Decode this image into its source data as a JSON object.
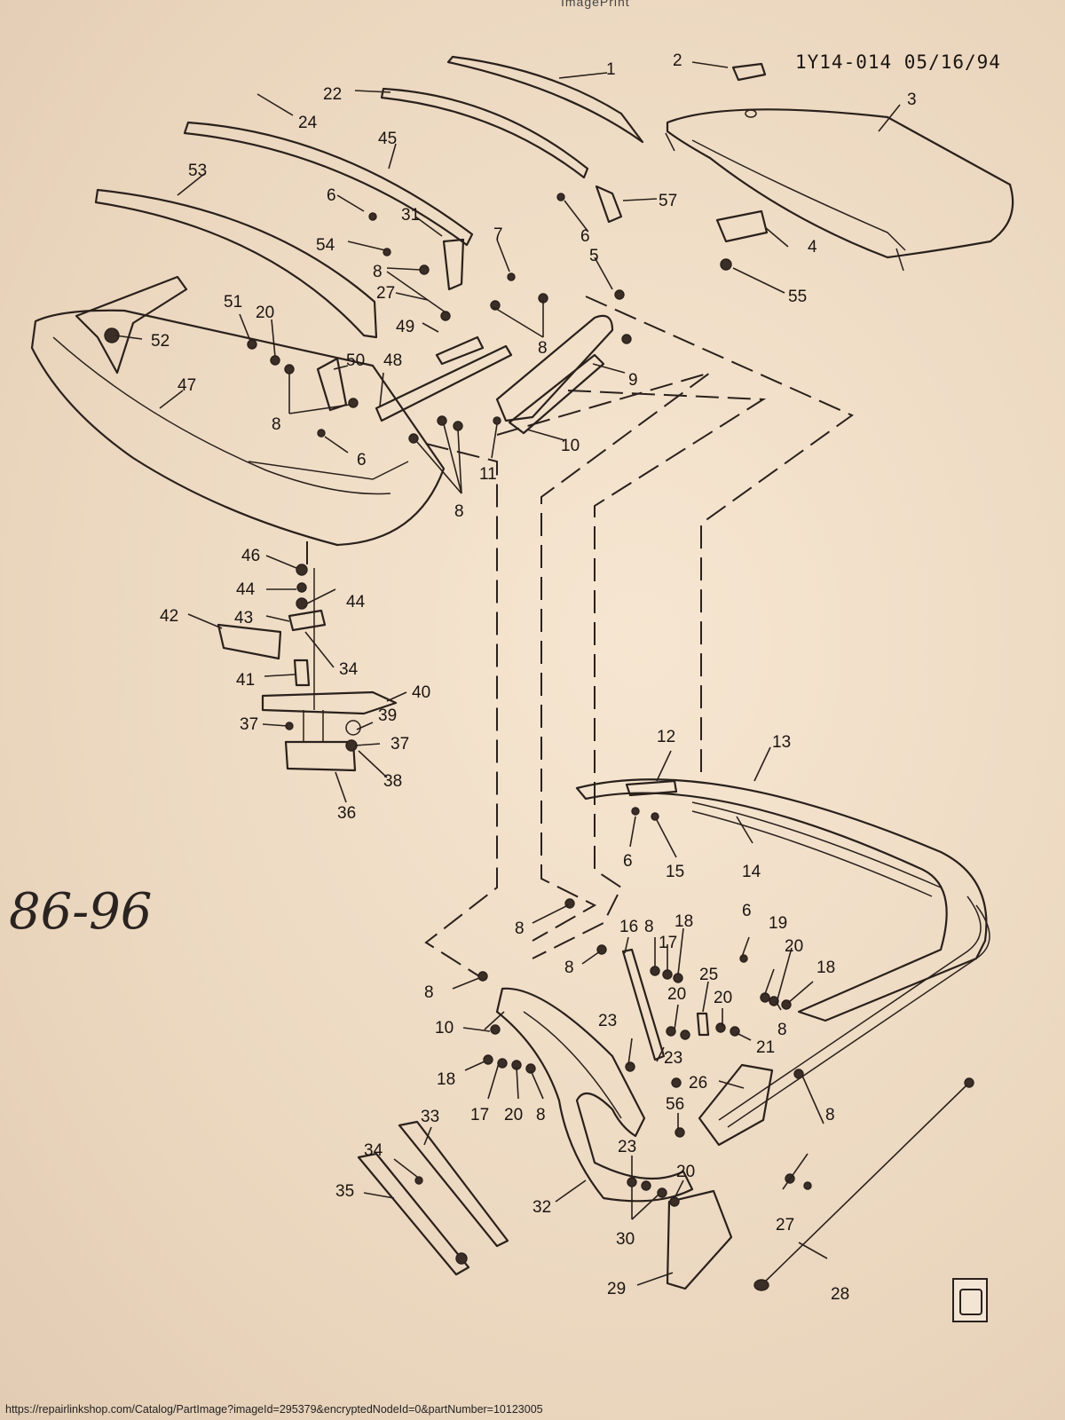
{
  "header": {
    "top_text": "ImagePrint",
    "diagram_id": "1Y14-014 05/16/94"
  },
  "handwritten_note": "86-96",
  "footer_url": "https://repairlinkshop.com/Catalog/PartImage?imageId=295379&encryptedNodeId=0&partNumber=10123005",
  "logo_icon": "gm-logo-icon",
  "callouts": [
    "1",
    "2",
    "3",
    "4",
    "5",
    "6",
    "7",
    "8",
    "9",
    "10",
    "11",
    "12",
    "13",
    "14",
    "15",
    "16",
    "17",
    "18",
    "19",
    "20",
    "21",
    "22",
    "23",
    "24",
    "25",
    "26",
    "27",
    "28",
    "29",
    "30",
    "31",
    "32",
    "33",
    "34",
    "35",
    "36",
    "37",
    "38",
    "39",
    "40",
    "41",
    "42",
    "43",
    "44",
    "45",
    "46",
    "47",
    "48",
    "49",
    "50",
    "51",
    "52",
    "53",
    "54",
    "55",
    "56",
    "57"
  ]
}
